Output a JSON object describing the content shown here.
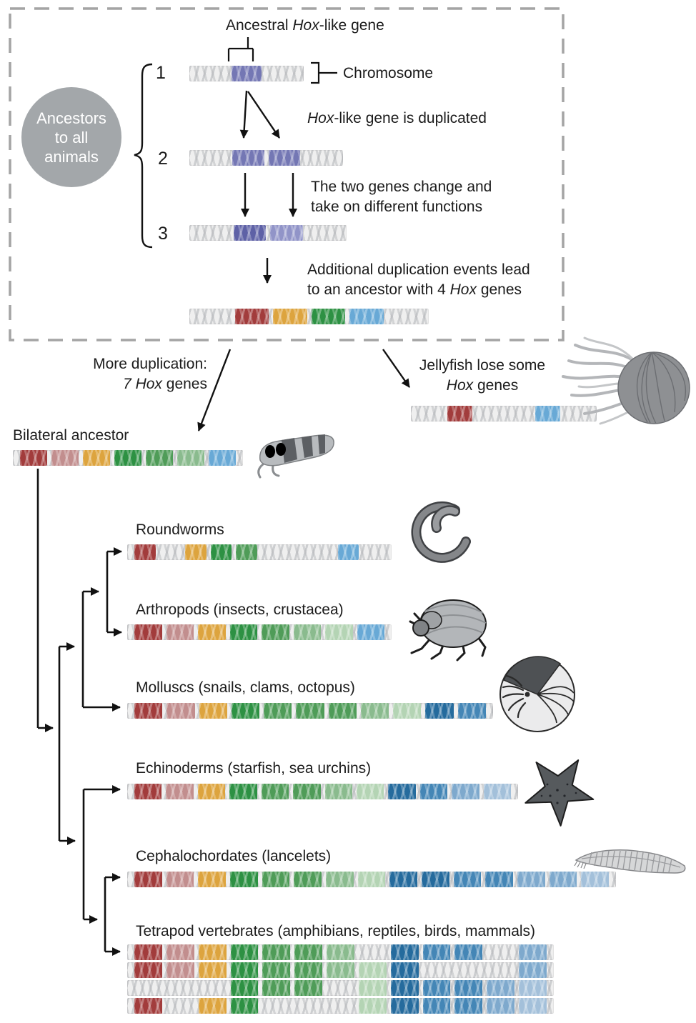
{
  "colors": {
    "purple": "#7477b4",
    "purpleDark": "#5e61a6",
    "purpleLight": "#9194c8",
    "red": "#a23c3c",
    "rose": "#c28e8e",
    "gold": "#dda43e",
    "green1": "#2d9143",
    "green2": "#4f9c58",
    "green3": "#8abb8e",
    "green4": "#b4d4b4",
    "skyblue": "#68a9d6",
    "blue1": "#256b9d",
    "blue2": "#4486b6",
    "blue3": "#7ea9cd",
    "blue4": "#a3c0da"
  },
  "box": {
    "circle": {
      "line1": "Ancestors",
      "line2": "to all",
      "line3": "animals"
    },
    "numbers": [
      "1",
      "2",
      "3"
    ],
    "ancestral": {
      "pre": "Ancestral ",
      "it": "Hox",
      "post": "-like gene"
    },
    "chromosome_label": "Chromosome",
    "duplicated": {
      "it": "Hox",
      "post": "-like gene is duplicated"
    },
    "change": {
      "line1": "The two genes change and",
      "line2": "take on different functions"
    },
    "additional": {
      "line1": "Additional duplication events lead",
      "line2_pre": "to an ancestor with 4 ",
      "line2_it": "Hox",
      "line2_post": " genes"
    }
  },
  "mid": {
    "more": {
      "line1": "More duplication:",
      "line2_it": "7 Hox",
      "line2_post": " genes"
    },
    "jelly": {
      "line1": "Jellyfish lose some",
      "line2_it": "Hox",
      "line2_post": " genes"
    },
    "bilateral": "Bilateral ancestor"
  },
  "clades": {
    "roundworms": "Roundworms",
    "arthropods": "Arthropods (insects, crustacea)",
    "molluscs": "Molluscs (snails, clams, octopus)",
    "echinoderms": "Echinoderms (starfish, sea urchins)",
    "cephalochordates": "Cephalochordates (lancelets)",
    "tetrapods": "Tetrapod vertebrates (amphibians, reptiles, birds, mammals)"
  },
  "chromosomes": {
    "box1": [
      "e",
      "purple",
      "e"
    ],
    "box2": [
      "e",
      "purple",
      "purple",
      "e"
    ],
    "box3": [
      "e",
      "purpleDark",
      "purpleLight",
      "e"
    ],
    "box4": [
      "e",
      "red",
      "gold",
      "green1",
      "skyblue",
      "e"
    ],
    "jellyfish": [
      "e",
      "red",
      "e",
      "e",
      "skyblue",
      "e"
    ],
    "bilateral": [
      "red",
      "rose",
      "gold",
      "green1",
      "green2",
      "green3",
      "skyblue"
    ],
    "roundworms": [
      "red",
      "e",
      "gold",
      "green1",
      "green2",
      "e",
      "e",
      "e",
      "skyblue",
      "e"
    ],
    "arthropods": [
      "red",
      "rose",
      "gold",
      "green1",
      "green2",
      "green3",
      "green4",
      "skyblue"
    ],
    "molluscs": [
      "red",
      "rose",
      "gold",
      "green1",
      "green2",
      "green2",
      "green2",
      "green3",
      "green4",
      "blue1",
      "blue2"
    ],
    "echinoderms": [
      "red",
      "rose",
      "gold",
      "green1",
      "green2",
      "green2",
      "green3",
      "green4",
      "blue1",
      "blue2",
      "blue3",
      "blue4"
    ],
    "cephalochordates": [
      "red",
      "rose",
      "gold",
      "green1",
      "green2",
      "green2",
      "green3",
      "green4",
      "blue1",
      "blue1",
      "blue2",
      "blue2",
      "blue3",
      "blue3",
      "blue4"
    ],
    "tetrapod_a": [
      "red",
      "rose",
      "gold",
      "green1",
      "green2",
      "green2",
      "green3",
      "e",
      "blue1",
      "blue2",
      "blue2",
      "e",
      "blue3"
    ],
    "tetrapod_b": [
      "red",
      "rose",
      "gold",
      "green1",
      "green2",
      "green2",
      "green3",
      "green4",
      "blue1",
      "e",
      "e",
      "e",
      "blue3"
    ],
    "tetrapod_c": [
      "e",
      "e",
      "e",
      "green1",
      "green2",
      "green2",
      "e",
      "green4",
      "blue1",
      "blue2",
      "blue2",
      "blue3",
      "blue4"
    ],
    "tetrapod_d": [
      "red",
      "e",
      "gold",
      "green1",
      "e",
      "e",
      "e",
      "green4",
      "blue1",
      "blue2",
      "blue2",
      "blue3",
      "blue4"
    ]
  }
}
